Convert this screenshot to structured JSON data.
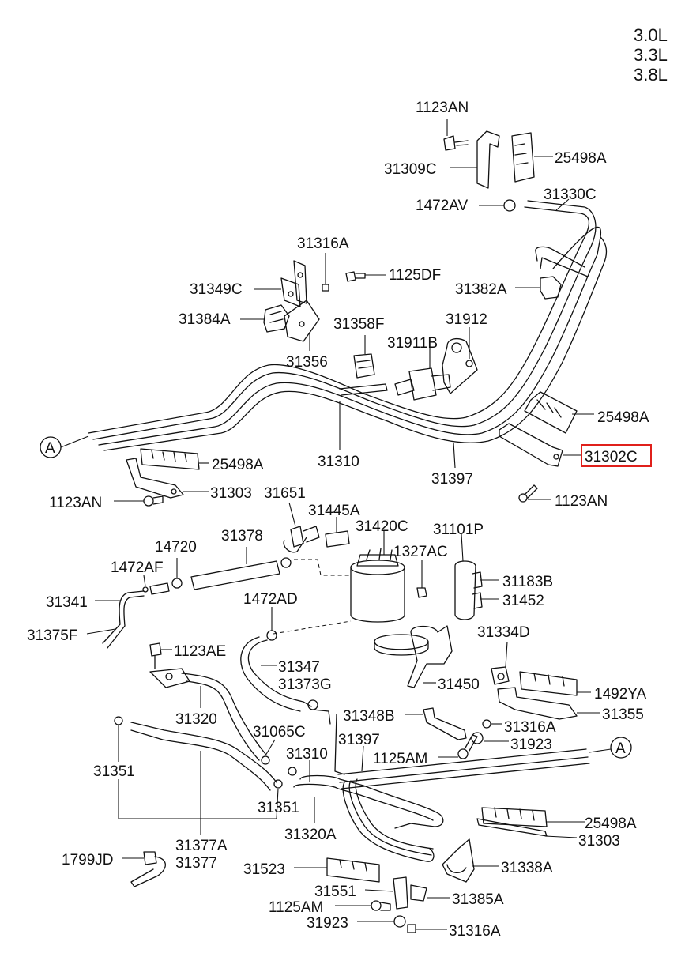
{
  "engine_codes": [
    "3.0L",
    "3.3L",
    "3.8L"
  ],
  "callout_ref": "A",
  "highlight_color": "#e0201b",
  "parts": {
    "p_1123AN_top": "1123AN",
    "p_31309C": "31309C",
    "p_25498A_top": "25498A",
    "p_1472AV": "1472AV",
    "p_31330C": "31330C",
    "p_31316A_top": "31316A",
    "p_1125DF": "1125DF",
    "p_31349C": "31349C",
    "p_31382A": "31382A",
    "p_31384A": "31384A",
    "p_31358F": "31358F",
    "p_31912": "31912",
    "p_31911B": "31911B",
    "p_31356": "31356",
    "p_25498A_right": "25498A",
    "p_31302C": "31302C",
    "p_31310_top": "31310",
    "p_25498A_left": "25498A",
    "p_31397_top": "31397",
    "p_31303_top": "31303",
    "p_1123AN_left": "1123AN",
    "p_1123AN_right": "1123AN",
    "p_31651": "31651",
    "p_31445A": "31445A",
    "p_31420C": "31420C",
    "p_31101P": "31101P",
    "p_14720": "14720",
    "p_31378": "31378",
    "p_1327AC": "1327AC",
    "p_1472AF": "1472AF",
    "p_31183B": "31183B",
    "p_31341": "31341",
    "p_31452": "31452",
    "p_1472AD": "1472AD",
    "p_31375F": "31375F",
    "p_31334D": "31334D",
    "p_1123AE": "1123AE",
    "p_31347": "31347",
    "p_31373G": "31373G",
    "p_31450": "31450",
    "p_1492YA": "1492YA",
    "p_31320": "31320",
    "p_31355": "31355",
    "p_31348B": "31348B",
    "p_31316A_mid": "31316A",
    "p_31065C": "31065C",
    "p_31923_mid": "31923",
    "p_31397_bottom": "31397",
    "p_31310_bottom": "31310",
    "p_1125AM_mid": "1125AM",
    "p_31351_left": "31351",
    "p_31351_bottom": "31351",
    "p_25498A_bottom": "25498A",
    "p_31320A": "31320A",
    "p_31303_bottom": "31303",
    "p_31377A": "31377A",
    "p_31377": "31377",
    "p_1799JD": "1799JD",
    "p_31338A": "31338A",
    "p_31523": "31523",
    "p_31551": "31551",
    "p_31385A": "31385A",
    "p_1125AM_bottom": "1125AM",
    "p_31923_bottom": "31923",
    "p_31316A_bottom": "31316A"
  }
}
